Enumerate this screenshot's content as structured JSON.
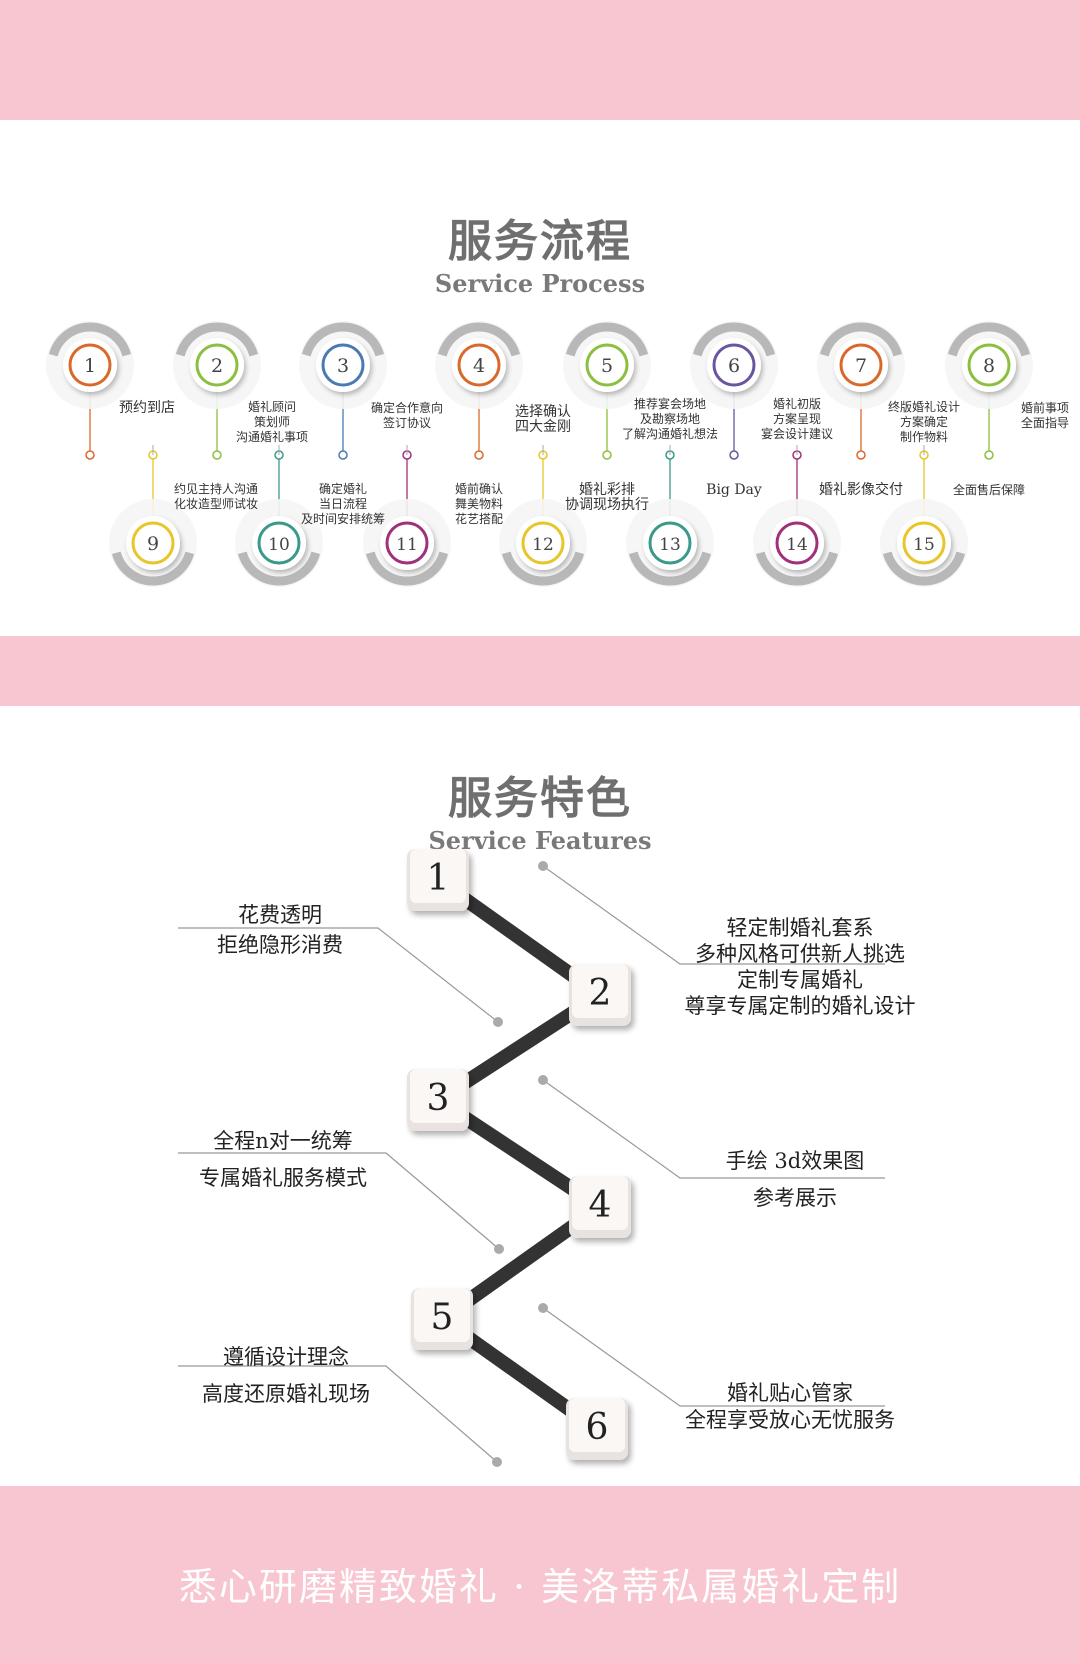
{
  "process": {
    "title_zh": "服务流程",
    "title_en": "Service Process",
    "steps": [
      {
        "num": "1",
        "color": "#d9692b",
        "label": [
          "预约到店"
        ]
      },
      {
        "num": "2",
        "color": "#8cbf3f",
        "label": [
          "婚礼顾问",
          "策划师",
          "沟通婚礼事项"
        ]
      },
      {
        "num": "3",
        "color": "#4a7ab0",
        "label": [
          "确定合作意向",
          "签订协议"
        ]
      },
      {
        "num": "4",
        "color": "#d9692b",
        "label": [
          "选择确认",
          "四大金刚"
        ]
      },
      {
        "num": "5",
        "color": "#8cbf3f",
        "label": [
          "推荐宴会场地",
          "及勘察场地",
          "了解沟通婚礼想法"
        ]
      },
      {
        "num": "6",
        "color": "#6a55a0",
        "label": [
          "婚礼初版",
          "方案呈现",
          "宴会设计建议"
        ]
      },
      {
        "num": "7",
        "color": "#d9692b",
        "label": [
          "终版婚礼设计",
          "方案确定",
          "制作物料"
        ]
      },
      {
        "num": "8",
        "color": "#8cbf3f",
        "label": [
          "婚前事项",
          "全面指导"
        ]
      },
      {
        "num": "9",
        "color": "#e8c52a",
        "label": [
          "约见主持人沟通",
          "化妆造型师试妆"
        ]
      },
      {
        "num": "10",
        "color": "#3a9a8a",
        "label": [
          "确定婚礼",
          "当日流程",
          "及时间安排统筹"
        ]
      },
      {
        "num": "11",
        "color": "#a0307a",
        "label": [
          "婚前确认",
          "舞美物料",
          "花艺搭配"
        ]
      },
      {
        "num": "12",
        "color": "#e8c52a",
        "label": [
          "婚礼彩排",
          "协调现场执行"
        ]
      },
      {
        "num": "13",
        "color": "#3a9a8a",
        "label": [
          "Big Day"
        ]
      },
      {
        "num": "14",
        "color": "#a0307a",
        "label": [
          "婚礼影像交付"
        ]
      },
      {
        "num": "15",
        "color": "#e8c52a",
        "label": [
          "全面售后保障"
        ]
      }
    ]
  },
  "features": {
    "title_zh": "服务特色",
    "title_en": "Service Features",
    "numbers": [
      "1",
      "2",
      "3",
      "4",
      "5",
      "6"
    ],
    "items": [
      {
        "lines": [
          "花费透明",
          "拒绝隐形消费"
        ]
      },
      {
        "lines": [
          "轻定制婚礼套系",
          "多种风格可供新人挑选",
          "定制专属婚礼",
          "尊享专属定制的婚礼设计"
        ]
      },
      {
        "lines": [
          "全程n对一统筹",
          "专属婚礼服务模式"
        ]
      },
      {
        "lines": [
          "手绘  3d效果图",
          "参考展示"
        ]
      },
      {
        "lines": [
          "遵循设计理念",
          "高度还原婚礼现场"
        ]
      },
      {
        "lines": [
          "婚礼贴心管家",
          "全程享受放心无忧服务"
        ]
      }
    ]
  },
  "footer": {
    "slogan": "悉心研磨精致婚礼 · 美洛蒂私属婚礼定制"
  }
}
